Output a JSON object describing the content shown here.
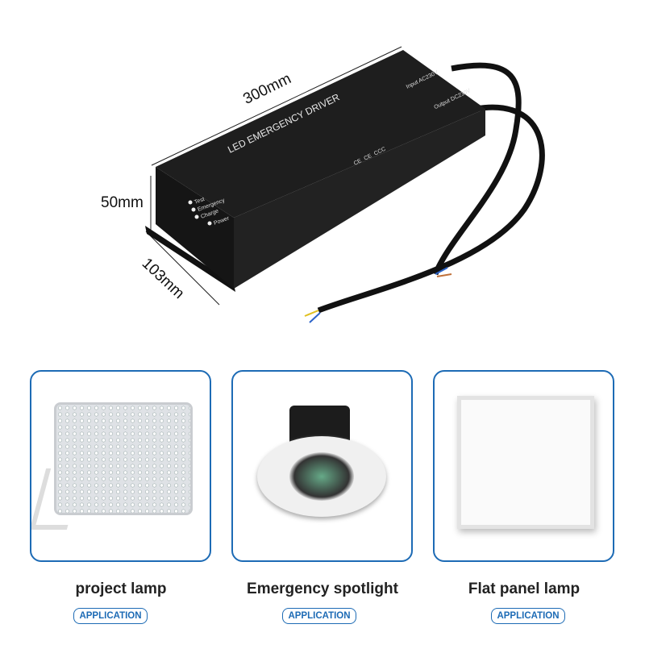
{
  "product": {
    "brand_text": "LED EMERGENCY DRIVER",
    "indicators": [
      "Test",
      "Emergency",
      "Charge",
      "Power"
    ],
    "input_label": "Input AC230V",
    "output_label": "Output DC230V",
    "cert_marks": [
      "CE",
      "CE",
      "CCC"
    ]
  },
  "dimensions": {
    "length": "300mm",
    "height": "50mm",
    "width": "103mm"
  },
  "applications": [
    {
      "title": "project lamp",
      "button": "APPLICATION"
    },
    {
      "title": "Emergency spotlight",
      "button": "APPLICATION"
    },
    {
      "title": "Flat panel lamp",
      "button": "APPLICATION"
    }
  ],
  "colors": {
    "accent": "#1d6bb5",
    "device": "#1b1b1b"
  }
}
